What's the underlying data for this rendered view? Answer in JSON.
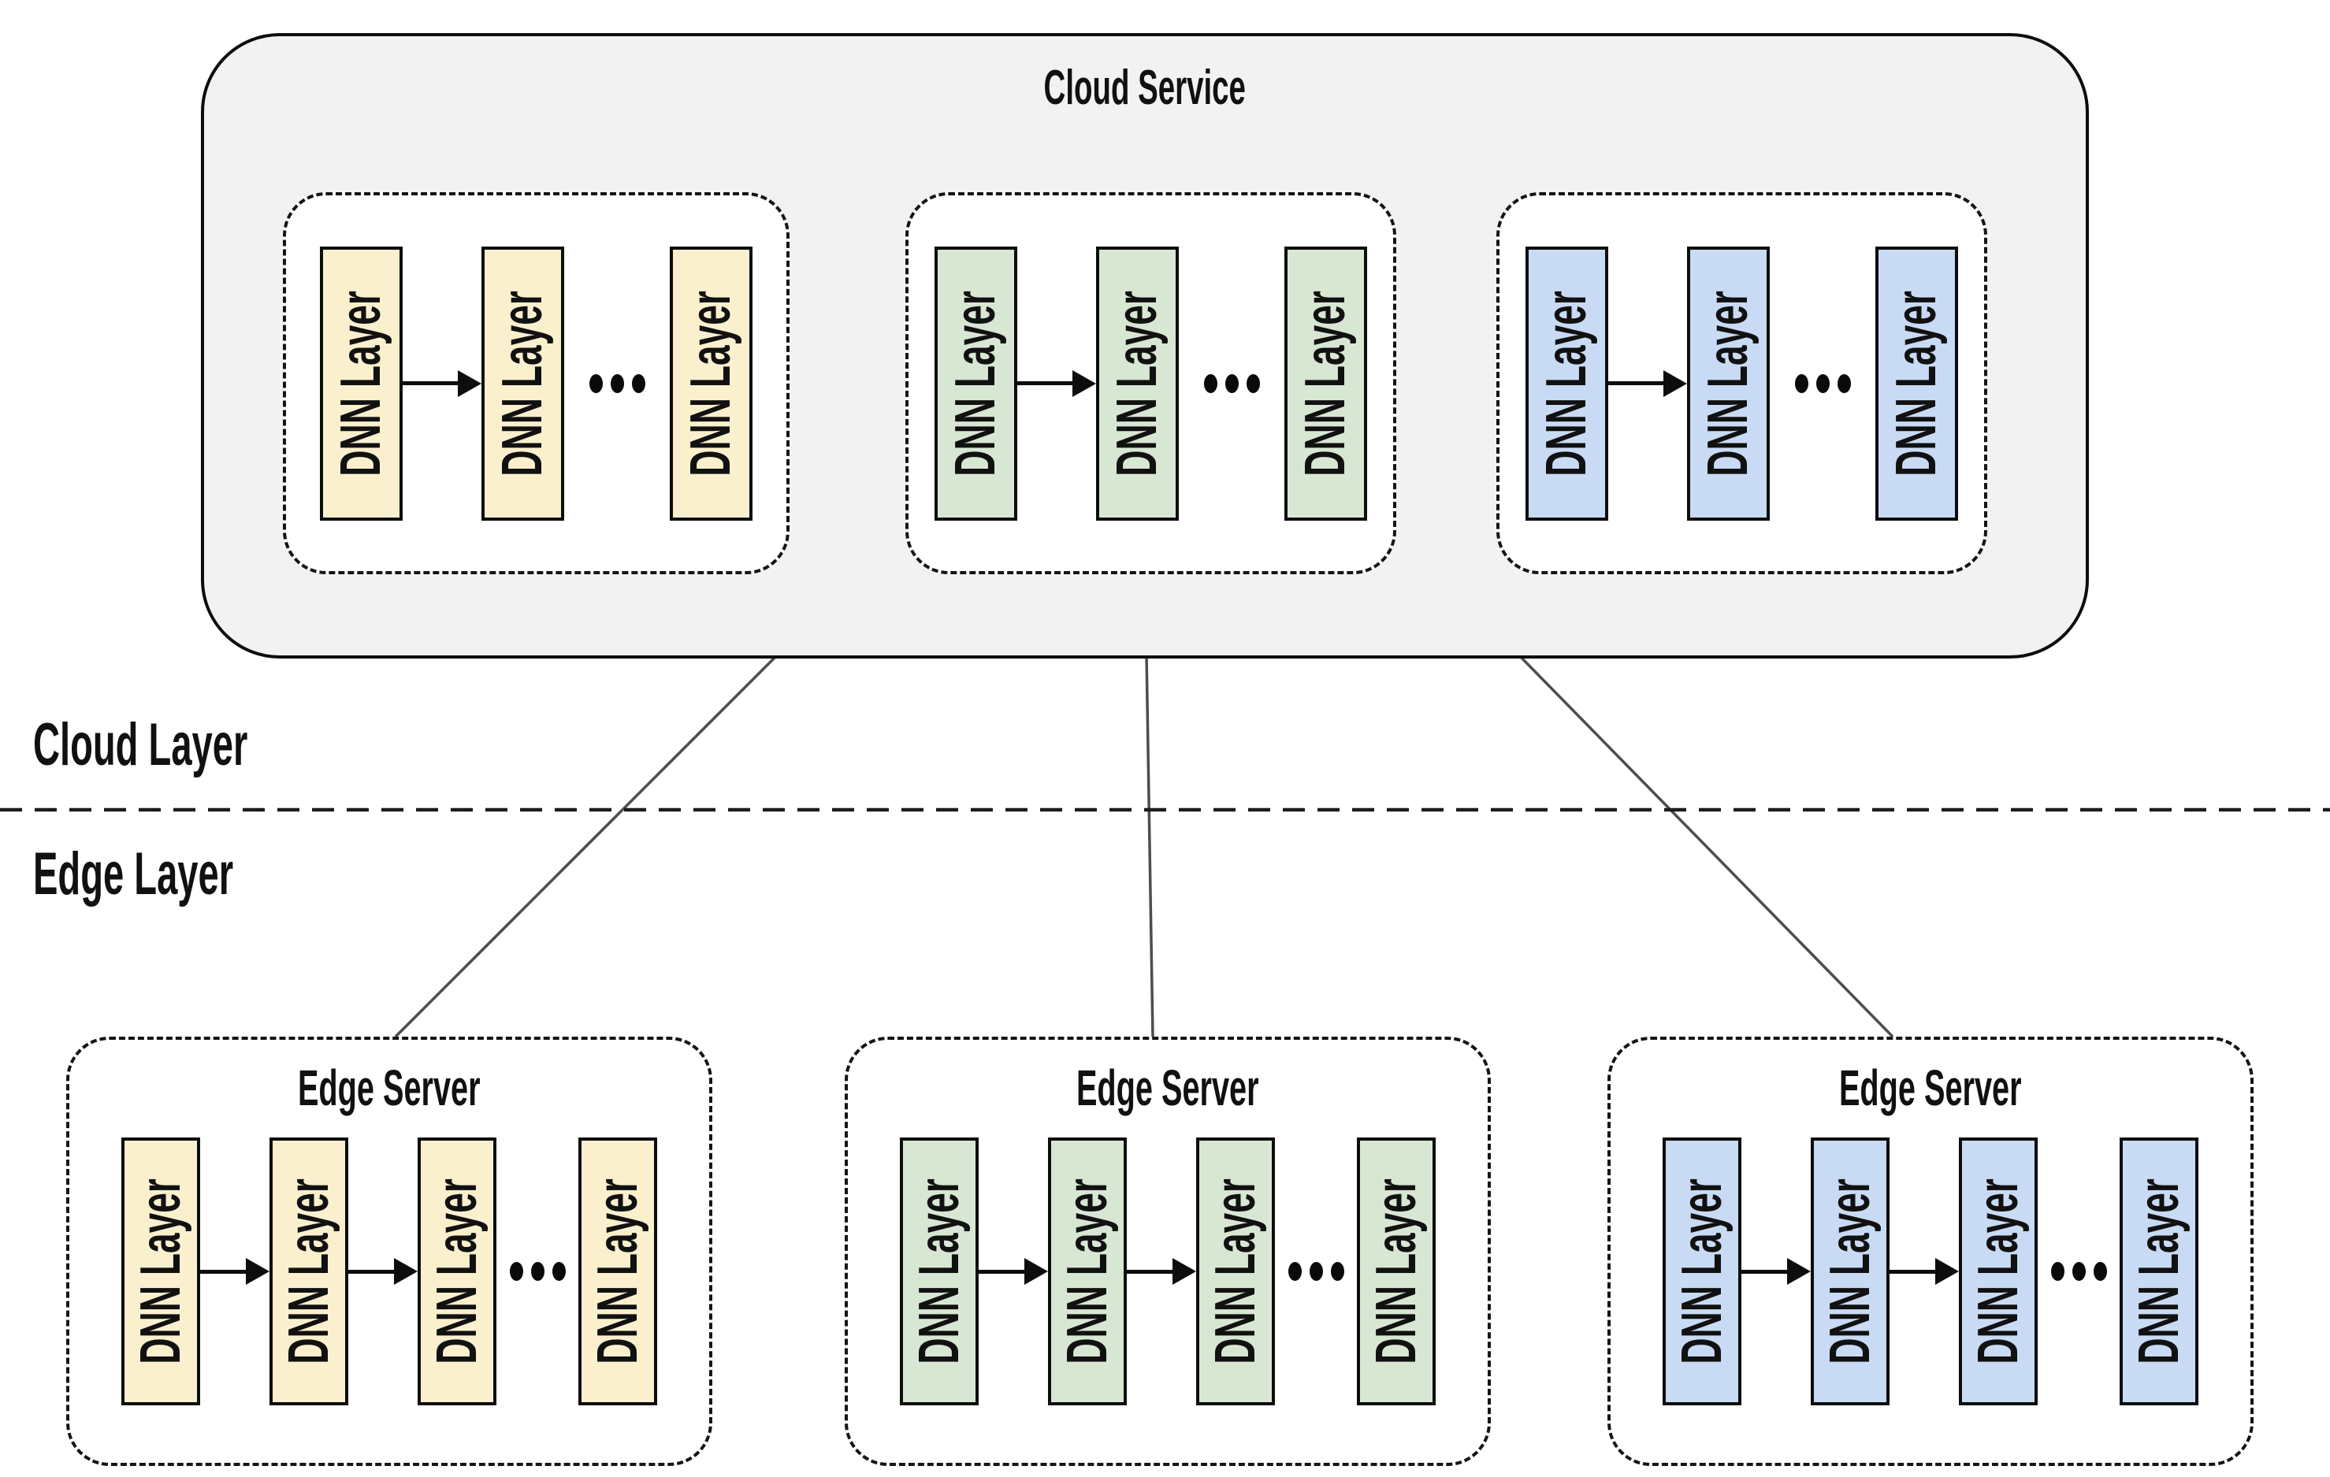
{
  "cloud": {
    "title": "Cloud Service",
    "groups": [
      {
        "name": "dnn-model-yellow",
        "fill": "#FBF0CE",
        "layers": [
          "DNN Layer",
          "DNN Layer",
          "DNN Layer"
        ]
      },
      {
        "name": "dnn-model-green",
        "fill": "#D8E7D3",
        "layers": [
          "DNN Layer",
          "DNN Layer",
          "DNN Layer"
        ]
      },
      {
        "name": "dnn-model-blue",
        "fill": "#C9DBF4",
        "layers": [
          "DNN Layer",
          "DNN Layer",
          "DNN Layer"
        ]
      }
    ]
  },
  "section_labels": {
    "cloud_layer": "Cloud Layer",
    "edge_layer": "Edge Layer"
  },
  "edge_servers": [
    {
      "title": "Edge Server",
      "fill": "#FBF0CE",
      "layers": [
        "DNN Layer",
        "DNN Layer",
        "DNN Layer",
        "DNN Layer"
      ]
    },
    {
      "title": "Edge Server",
      "fill": "#D8E7D3",
      "layers": [
        "DNN Layer",
        "DNN Layer",
        "DNN Layer",
        "DNN Layer"
      ]
    },
    {
      "title": "Edge Server",
      "fill": "#C9DBF4",
      "layers": [
        "DNN Layer",
        "DNN Layer",
        "DNN Layer",
        "DNN Layer"
      ]
    }
  ],
  "icons": {
    "arrow": "arrow-right-icon",
    "ellipsis": "ellipsis-icon"
  },
  "colors": {
    "cloud_fill": "#F2F2F2",
    "box_stroke": "#0D0D0D",
    "dashed_stroke": "#141414",
    "connector_line": "#4D4D4D",
    "yellow_fill": "#FBF0CE",
    "green_fill": "#D8E7D3",
    "blue_fill": "#C9DBF4"
  }
}
